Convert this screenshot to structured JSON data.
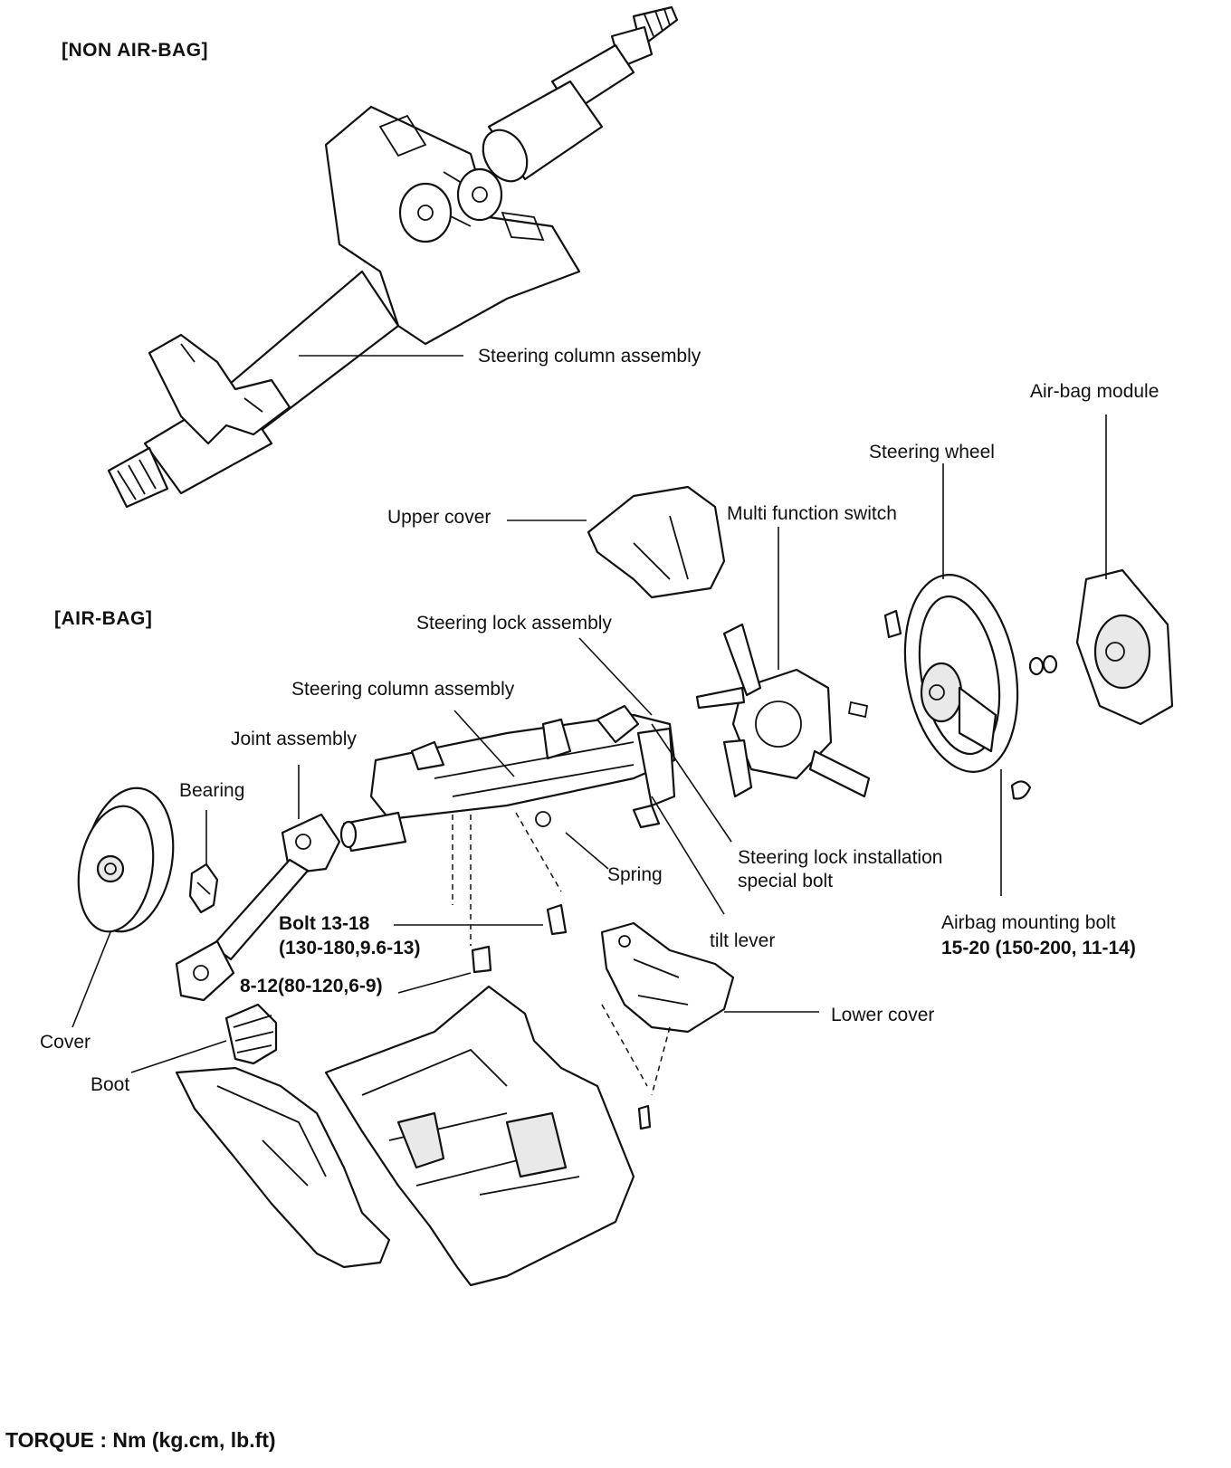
{
  "headings": {
    "non_airbag": "[NON AIR-BAG]",
    "airbag": "[AIR-BAG]"
  },
  "labels": {
    "steering_column_top": "Steering column assembly",
    "airbag_module": "Air-bag module",
    "steering_wheel": "Steering wheel",
    "upper_cover": "Upper cover",
    "multi_function_switch": "Multi function switch",
    "steering_lock_assembly": "Steering lock assembly",
    "steering_column_airbag": "Steering column assembly",
    "joint_assembly": "Joint assembly",
    "bearing": "Bearing",
    "spring": "Spring",
    "steering_lock_bolt_line1": "Steering lock installation",
    "steering_lock_bolt_line2": "special bolt",
    "bolt_line1": "Bolt 13-18",
    "bolt_line2": "(130-180,9.6-13)",
    "tilt_lever": "tilt lever",
    "airbag_bolt_line1": "Airbag mounting bolt",
    "airbag_bolt_line2": "15-20 (150-200, 11-14)",
    "torque_small": "8-12(80-120,6-9)",
    "lower_cover": "Lower cover",
    "cover": "Cover",
    "boot": "Boot"
  },
  "footer": {
    "torque_units": "TORQUE : Nm (kg.cm, lb.ft)"
  }
}
